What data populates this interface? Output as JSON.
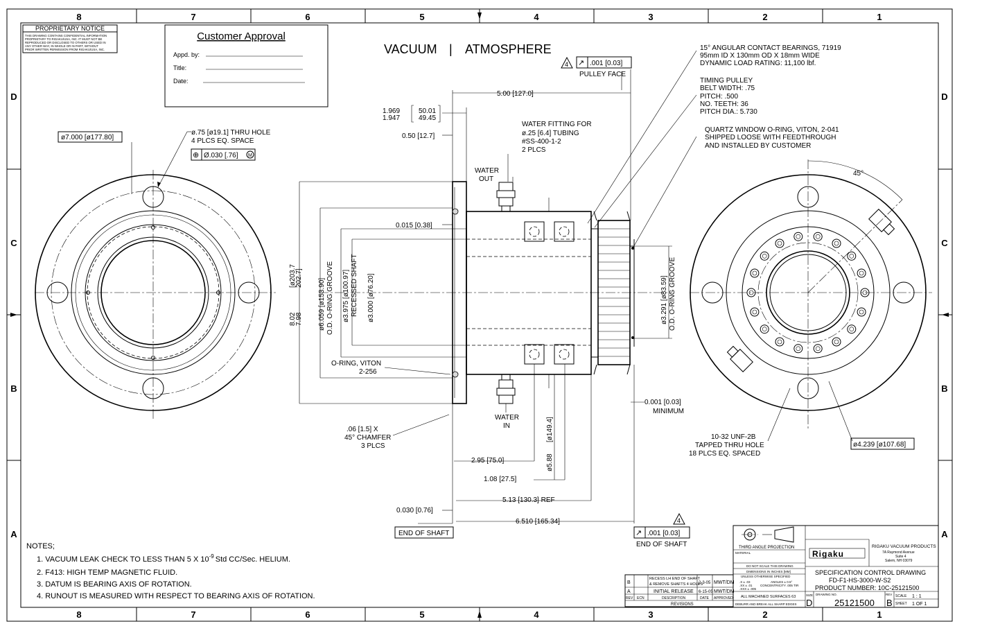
{
  "border": {
    "zone_columns": [
      "8",
      "7",
      "6",
      "5",
      "4",
      "3",
      "2",
      "1"
    ],
    "zone_rows": [
      "D",
      "C",
      "B",
      "A"
    ]
  },
  "proprietary": {
    "title": "PROPRIETARY NOTICE",
    "lines": [
      "THIS DRAWING CONTAINS CONFIDENTIAL INFORMATION",
      "PROPRIETARY TO RIGAKU/USA, INC. IT MUST NOT BE",
      "REPRODUCED OR DISCLOSED TO OTHERS OR USED IN",
      "ANY OTHER WAY, IN WHOLE OR IN PART, WITHOUT",
      "PRIOR WRITTEN PERMISSION FROM RIGAKU/USA, INC."
    ]
  },
  "approval": {
    "title": "Customer Approval",
    "appd_label": "Appd. by:",
    "title_label": "Title:",
    "date_label": "Date:"
  },
  "header": {
    "vacuum": "VACUUM",
    "separator": "|",
    "atmosphere": "ATMOSPHERE"
  },
  "left_view": {
    "dia_od": "ø7.000 [ø177.80]",
    "holes_1": "ø.75 [ø19.1] THRU HOLE",
    "holes_2": "4 PLCS EQ. SPACE",
    "fcf_symbol": "⊕",
    "fcf_tol": "Ø.030 [.76]",
    "fcf_mod": "M"
  },
  "section": {
    "len_5": "5.00 [127.0]",
    "flange_1969": "1.969",
    "flange_1947": "1.947",
    "flange_5001": "50.01",
    "flange_4945": "49.45",
    "flange_050": "0.50 [12.7]",
    "water_out_1": "WATER",
    "water_out_2": "OUT",
    "fitting_1": "WATER FITTING FOR",
    "fitting_2": "ø.25 [6.4] TUBING",
    "fitting_3": "#SS-400-1-2",
    "fitting_4": "2 PLCS",
    "d0015": "0.015 [0.38]",
    "oring_1": "O-RING, VITON",
    "oring_2": "2-256",
    "chamfer_1": ".06 [1.5] X",
    "chamfer_2": "45° CHAMFER",
    "chamfer_3": "3 PLCS",
    "d802_a": "8.02",
    "d802_b": "7.98",
    "d2037_a": "[ø203.7",
    "d2037_b": "202.7]",
    "d6059_a": "ø6.059 [ø153.90]",
    "d6059_b": "O.D. O-RING GROOVE",
    "d3975_a": "ø3.975 [ø100.97]",
    "d3975_b": "RECESSED SHAFT",
    "d3000": "ø3.000 [ø76.20]",
    "d3291_a": "ø3.291 [ø83.59]",
    "d3291_b": "O.D. O-RING GROOVE",
    "d1494": "[ø149.4]",
    "d588": "ø5.88",
    "water_in_1": "WATER",
    "water_in_2": "IN",
    "d295": "2.95 [75.0]",
    "d108": "1.08 [27.5]",
    "d513": "5.13 [130.3] REF",
    "d0030": "0.030 [0.76]",
    "d6510": "6.510 [165.34]",
    "end_shaft_box": "END OF SHAFT",
    "runout_top": ".001 [0.03]",
    "pulley_face": "PULLEY FACE",
    "runout_bottom": ".001 [0.03]",
    "end_of_shaft_bottom": "END OF SHAFT",
    "min_001": "0.001 [0.03]",
    "minimum": "MINIMUM",
    "datum_note": "4",
    "runout_symbol": "↗"
  },
  "callouts": {
    "bearing_1": "15° ANGULAR CONTACT BEARINGS, 71919",
    "bearing_2": "95mm ID X 130mm OD X 18mm WIDE",
    "bearing_3": "DYNAMIC LOAD RATING: 11,100 lbf.",
    "pulley_1": "TIMING PULLEY",
    "pulley_2": "BELT WIDTH: .75",
    "pulley_3": "PITCH: .500",
    "pulley_4": "NO. TEETH: 36",
    "pulley_5": "PITCH DIA.: 5.730",
    "quartz_1": "QUARTZ WINDOW O-RING, VITON, 2-041",
    "quartz_2": "SHIPPED LOOSE WITH FEEDTHROUGH",
    "quartz_3": "AND INSTALLED BY CUSTOMER"
  },
  "right_view": {
    "angle": "45°",
    "tapped_1": "10-32 UNF-2B",
    "tapped_2": "TAPPED THRU HOLE",
    "tapped_3": "18 PLCS EQ. SPACED",
    "dia_4239": "ø4.239 [ø107.68]"
  },
  "notes": {
    "heading": "NOTES;",
    "n1": "1.  VACUUM LEAK CHECK TO LESS THAN 5 X 10",
    "n1_exp": "-9",
    "n1_tail": "Std CC/Sec. HELIUM.",
    "n2": "2.  F413:  HIGH TEMP MAGNETIC FLUID.",
    "n3": "3.  DATUM IS BEARING AXIS OF ROTATION.",
    "n4": "4.  RUNOUT IS MEASURED WITH RESPECT TO BEARING AXIS OF ROTATION."
  },
  "revisions": {
    "rows": [
      {
        "rev": "B",
        "desc_1": "RECESS LH END OF SHAFT",
        "desc_2": "& REMOVE SHAFTS 4 HOLES",
        "date": "2-3-05",
        "appr": "MWT/DM"
      },
      {
        "rev": "A",
        "desc_1": "INITIAL RELEASE",
        "desc_2": "",
        "date": "6-15-05",
        "appr": "MWT/DM"
      }
    ],
    "h_rev": "REV",
    "h_ecn": "ECN",
    "h_desc": "DESCRIPTION",
    "h_date": "DATE",
    "h_appr": "APPROVED",
    "title": "REVISIONS"
  },
  "title_block": {
    "projection": "THIRD ANGLE PROJECTION",
    "material": "MATERIAL",
    "no_scale": "DO NOT SCALE THIS DRAWING",
    "inches": "DIMENSIONS IN INCHES [MM]",
    "unless": "UNLESS OTHERWISE SPECIFIED",
    "tol_1": ".X ± .03",
    "tol_2": ".XX ± .01",
    "tol_3": ".XXX ± .005",
    "angles": "ANGLES ± 0.5°",
    "concentricity": "CONCENTRICITY .005 TIR",
    "surfaces": "ALL MACHINED SURFACES 63",
    "deburr": "DEBURR AND BREAK ALL SHARP EDGES",
    "logo": "Rigaku",
    "company_1": "RIGAKU VACUUM PRODUCTS",
    "company_2": "7A Raymond Avenue",
    "company_3": "Suite 4",
    "company_4": "Salem, NH 03079",
    "doc_type": "SPECIFICATION CONTROL DRAWING",
    "part": "FD-F1-HS-3000-W-S2",
    "product": "PRODUCT NUMBER: 10C-25121500",
    "size_label": "SIZE",
    "size": "D",
    "dwg_label": "DRAWING NO.",
    "dwg_no": "25121500",
    "rev_label": "REV",
    "rev": "B",
    "scale_label": "SCALE",
    "scale": "1 : 1",
    "sheet_label": "SHEET",
    "sheet": "1 OF 1"
  }
}
